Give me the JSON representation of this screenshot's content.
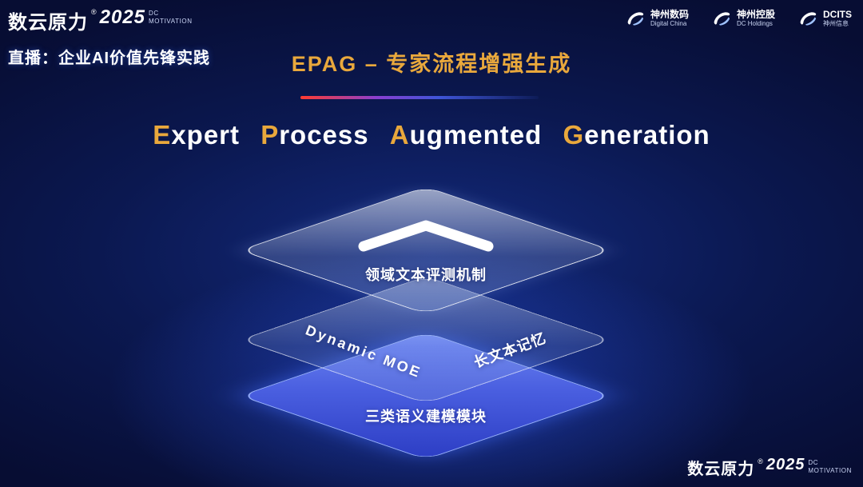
{
  "brand": {
    "name": "数云原力",
    "reg": "®",
    "year": "2025",
    "tag_top": "DC",
    "tag_bottom": "MOTIVATION"
  },
  "header": {
    "live_label": "直播：企业AI价值先锋实践",
    "title": "EPAG – 专家流程增强生成",
    "partners": [
      {
        "primary": "神州数码",
        "secondary": "Digital China"
      },
      {
        "primary": "神州控股",
        "secondary": "DC Holdings"
      },
      {
        "primary": "DCITS",
        "secondary": "神州信息"
      }
    ]
  },
  "subtitle": {
    "parts": [
      {
        "cap": "E",
        "rest": "xpert"
      },
      {
        "cap": "P",
        "rest": "rocess"
      },
      {
        "cap": "A",
        "rest": "ugmented"
      },
      {
        "cap": "G",
        "rest": "eneration"
      }
    ]
  },
  "diagram": {
    "top_label": "领域文本评测机制",
    "middle_left_label": "Dynamic MOE",
    "middle_right_label": "长文本记忆",
    "bottom_label": "三类语义建模模块"
  },
  "colors": {
    "accent_gold": "#e9a83c",
    "layer_blue": "#4a5fe0",
    "background_navy": "#0b1850",
    "divider_red": "#ff3b30"
  }
}
